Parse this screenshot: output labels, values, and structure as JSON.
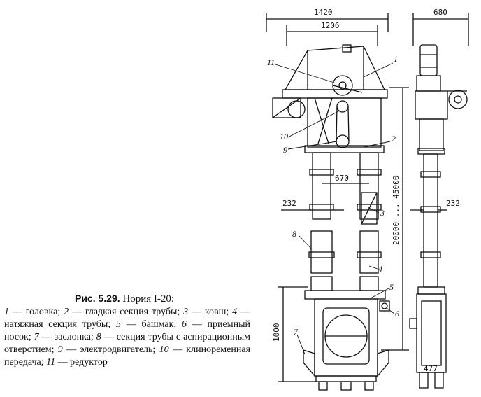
{
  "caption": {
    "figure_number": "Рис. 5.29.",
    "figure_title": "Нория I-20:"
  },
  "legend": [
    {
      "num": "1",
      "text": "головка;"
    },
    {
      "num": "2",
      "text": "гладкая секция трубы;"
    },
    {
      "num": "3",
      "text": "ковш;"
    },
    {
      "num": "4",
      "text": "натяжная секция трубы;"
    },
    {
      "num": "5",
      "text": "башмак;"
    },
    {
      "num": "6",
      "text": "приемный носок;"
    },
    {
      "num": "7",
      "text": "заслонка;"
    },
    {
      "num": "8",
      "text": "секция трубы с аспирационным отверстием;"
    },
    {
      "num": "9",
      "text": "электродвигатель;"
    },
    {
      "num": "10",
      "text": "клиноременная передача;"
    },
    {
      "num": "11",
      "text": "редуктор"
    }
  ],
  "dimensions": {
    "overall_width": "1420",
    "inner_width": "1206",
    "side_width": "680",
    "pipe_spacing": "670",
    "pipe_dia_front": "232",
    "pipe_dia_side": "232",
    "height_range": "20000 ... 45000",
    "boot_height": "1000",
    "boot_width_side": "477"
  },
  "callouts": [
    "1",
    "2",
    "3",
    "4",
    "5",
    "6",
    "7",
    "8",
    "9",
    "10",
    "11"
  ]
}
